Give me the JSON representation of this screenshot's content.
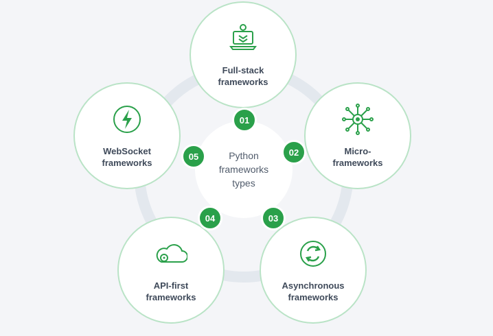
{
  "center": {
    "title": "Python\nframeworks\ntypes"
  },
  "nodes": [
    {
      "number": "01",
      "label": "Full-stack\nframeworks",
      "icon": "laptop-gear-icon"
    },
    {
      "number": "02",
      "label": "Micro-\nframeworks",
      "icon": "network-hub-icon"
    },
    {
      "number": "03",
      "label": "Asynchronous\nframeworks",
      "icon": "async-cycle-icon"
    },
    {
      "number": "04",
      "label": "API-first\nframeworks",
      "icon": "cloud-gear-icon"
    },
    {
      "number": "05",
      "label": "WebSocket\nframeworks",
      "icon": "lightning-icon"
    }
  ],
  "colors": {
    "accent": "#2aa04a",
    "border": "#b9e3c6",
    "ring": "#e3e8ee",
    "text": "#3f4a5a"
  }
}
